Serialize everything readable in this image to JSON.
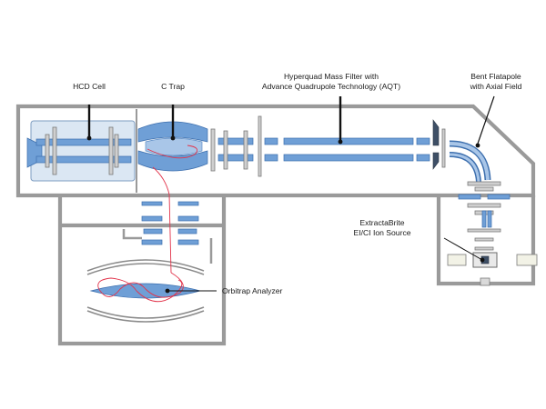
{
  "labels": {
    "hcd_cell": "HCD Cell",
    "c_trap": "C Trap",
    "hyperquad_line1": "Hyperquad Mass Filter with",
    "hyperquad_line2": "Advance Quadrupole Technology (AQT)",
    "bent_line1": "Bent Flatapole",
    "bent_line2": "with Axial Field",
    "extracta_line1": "ExtractaBrite",
    "extracta_line2": "EI/CI Ion Source",
    "orbitrap": "Orbitrap Analyzer"
  },
  "colors": {
    "housing": "#9a9a9a",
    "component_blue": "#6f9fd6",
    "component_light_blue": "#a9c6e8",
    "ion_path": "#e2344b"
  }
}
